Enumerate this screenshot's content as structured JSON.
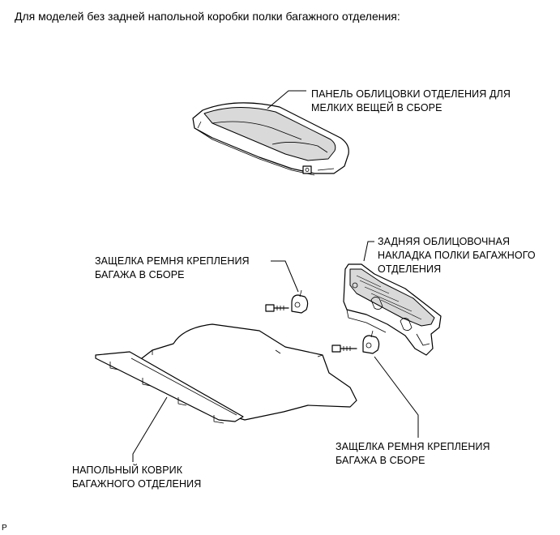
{
  "heading": "Для моделей без задней напольной коробки полки багажного отделения:",
  "labels": {
    "top_panel": [
      "ПАНЕЛЬ ОБЛИЦОВКИ ОТДЕЛЕНИЯ ДЛЯ",
      "МЕЛКИХ ВЕЩЕЙ В СБОРЕ"
    ],
    "latch_upper": [
      "ЗАЩЕЛКА РЕМНЯ КРЕПЛЕНИЯ",
      "БАГАЖА В СБОРЕ"
    ],
    "rear_trim": [
      "ЗАДНЯЯ ОБЛИЦОВОЧНАЯ",
      "НАКЛАДКА ПОЛКИ БАГАЖНОГО",
      "ОТДЕЛЕНИЯ"
    ],
    "latch_lower": [
      "ЗАЩЕЛКА РЕМНЯ КРЕПЛЕНИЯ",
      "БАГАЖА В СБОРЕ"
    ],
    "floor_mat": [
      "НАПОЛЬНЫЙ КОВРИК",
      "БАГАЖНОГО ОТДЕЛЕНИЯ"
    ]
  },
  "corner_mark": "P"
}
